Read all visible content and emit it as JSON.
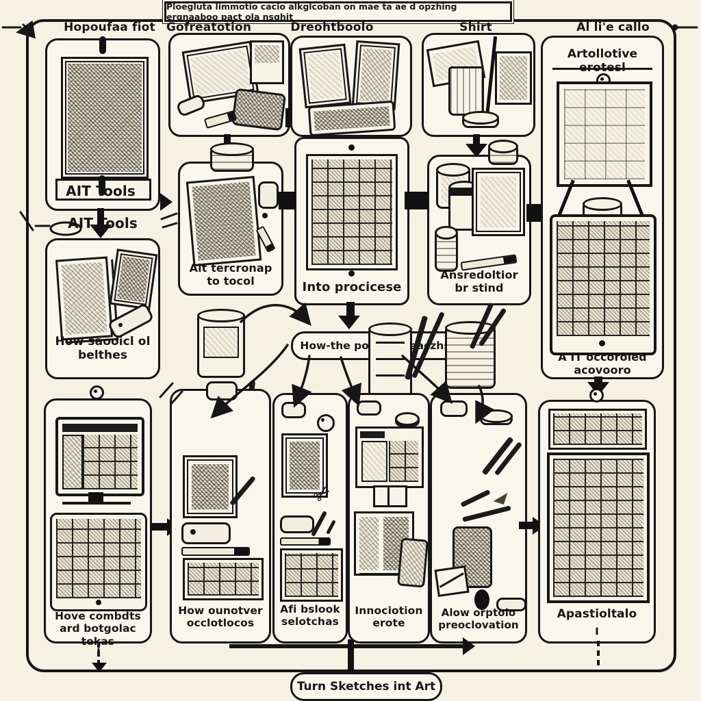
{
  "colors": {
    "background": "#f5f1e3",
    "panel": "#f9f6eb",
    "ink": "#161616"
  },
  "top_banner": {
    "text": "Ploegluta limmotio cacio alkglcoban on mae ta ae d opzhing ergnaaboo pact ola nsghit"
  },
  "headers": [
    {
      "label": "Hopoufaa fiot"
    },
    {
      "label": "Gofreatotion"
    },
    {
      "label": "Dreohtboolo"
    },
    {
      "label": "Shirt"
    },
    {
      "label": "Al li'e callo"
    }
  ],
  "boxes": {
    "ai_tools": {
      "label": "AIT Tools"
    },
    "how_saooicl": {
      "label": "How saooicl ol belthes"
    },
    "ait_tercronap": {
      "label": "Ait tercronap to tocol"
    },
    "into_process": {
      "label": "Into procicese"
    },
    "ansredoltior": {
      "label": "Ansredoltior br stind"
    },
    "artollotive": {
      "title": "Artollotive erotesl",
      "caption": "A IT occoroled acovooro"
    }
  },
  "middle_banner": {
    "text": "How-the poroa'd seaczhs"
  },
  "bottom_columns": [
    {
      "label": "Hove combdts ard botgolac tekas"
    },
    {
      "label": "How ounotver occlotlocos"
    },
    {
      "label": "Afi bslook selotchas"
    },
    {
      "label": "Innociotion erote"
    },
    {
      "label": "Alow orptolo preoclovation"
    },
    {
      "label": "Apastioltalo"
    }
  ],
  "bottom_banner": {
    "text": "Turn Sketches int Art"
  }
}
